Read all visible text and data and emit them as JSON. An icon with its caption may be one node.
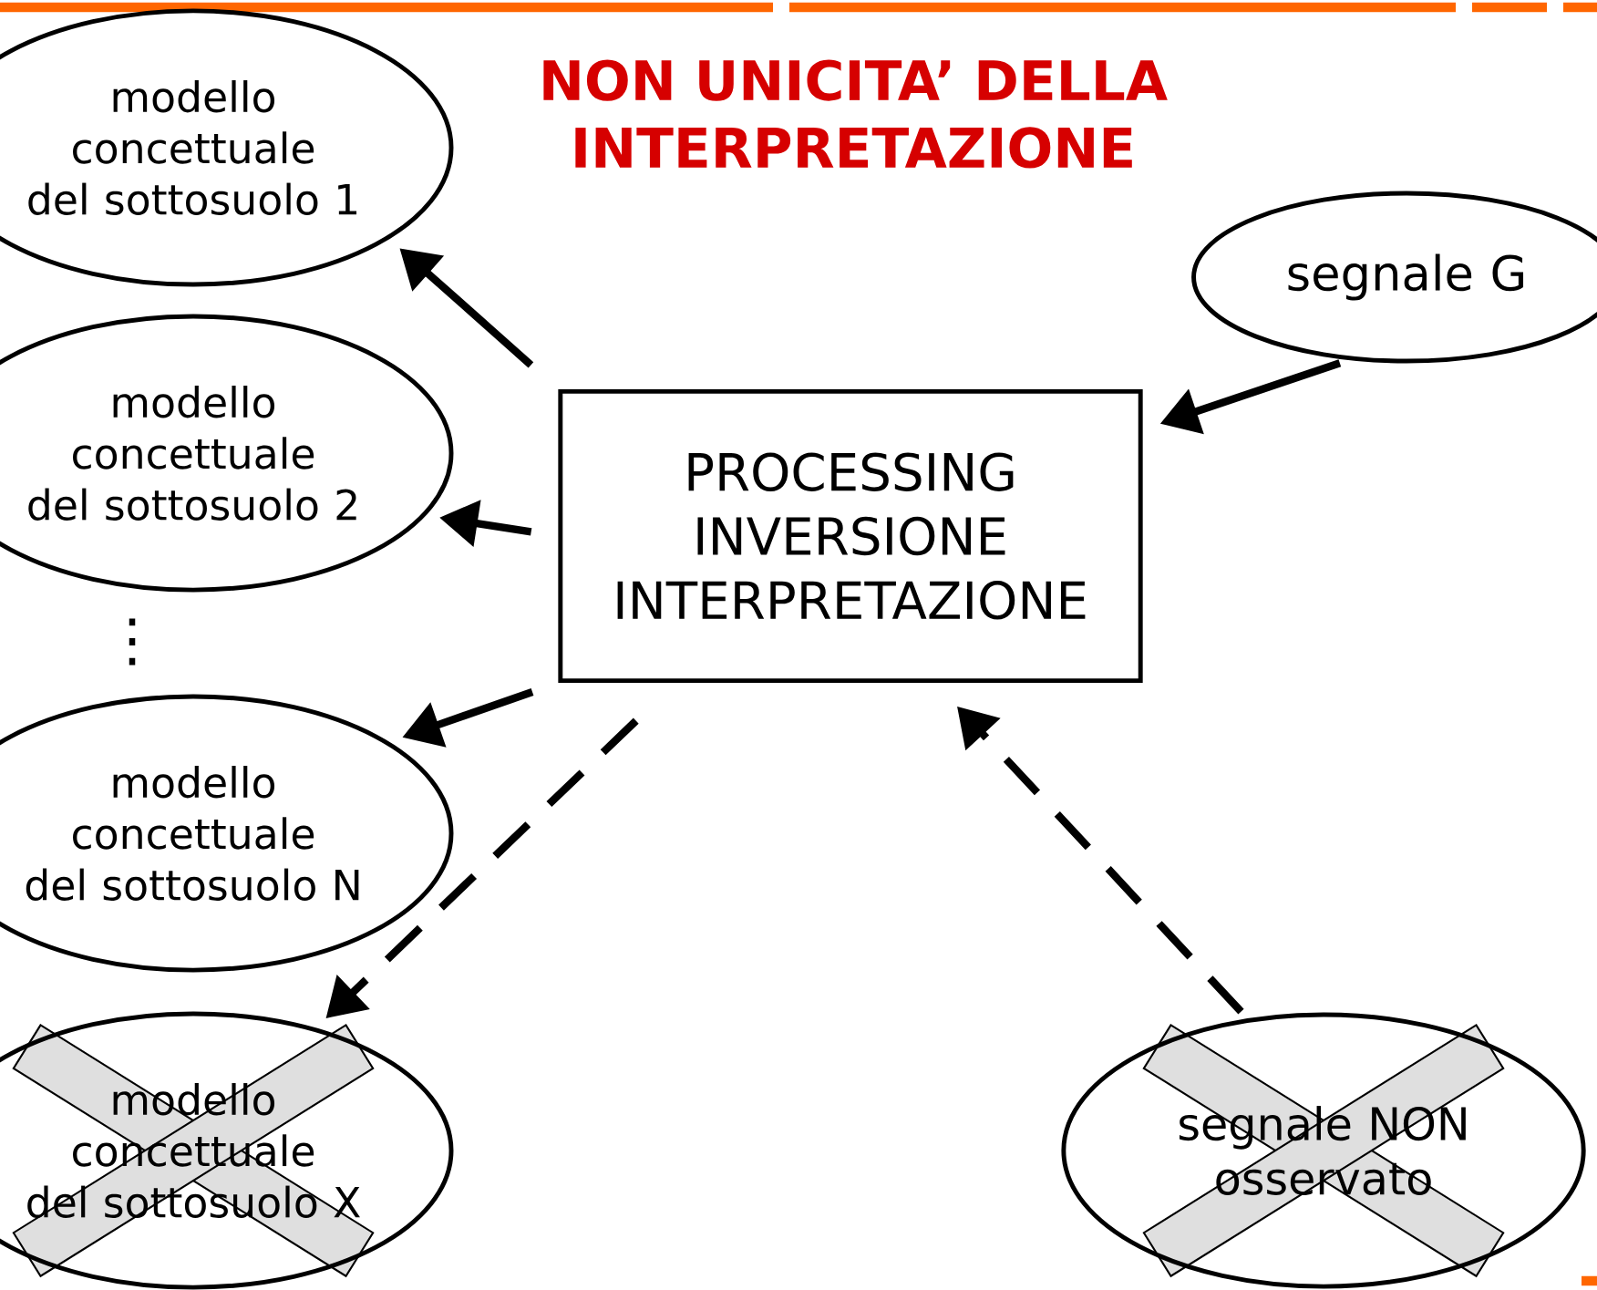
{
  "diagram": {
    "title": "NON UNICITA’ DELLA INTERPRETAZIONE",
    "nodes": [
      {
        "text": [
          "modello concettuale del sottosuolo 1"
        ]
      },
      {
        "text": [
          "modello concettuale del sottosuolo 2"
        ]
      },
      {
        "text": [
          "modello concettuale del sottosuolo N"
        ]
      },
      {
        "text": [
          "modello concettuale del sottosuolo X"
        ]
      },
      {
        "text": [
          "PROCESSING INVERSIONE INTERPRETAZIONE"
        ]
      },
      {
        "text": [
          "segnale G"
        ]
      },
      {
        "text": [
          "segnale NON osservato"
        ]
      }
    ],
    "edges": [
      {
        "from": 4,
        "to": 0,
        "arrow": "to"
      },
      {
        "from": 4,
        "to": 1,
        "arrow": "to"
      },
      {
        "from": 4,
        "to": 2,
        "arrow": "to"
      },
      {
        "from": 4,
        "to": 3,
        "arrow": "to",
        "style": "dashed"
      },
      {
        "from": 5,
        "to": 4,
        "arrow": "to"
      },
      {
        "from": 6,
        "to": 4,
        "arrow": "to",
        "style": "dashed"
      }
    ],
    "labels": [
      "⋮"
    ]
  }
}
